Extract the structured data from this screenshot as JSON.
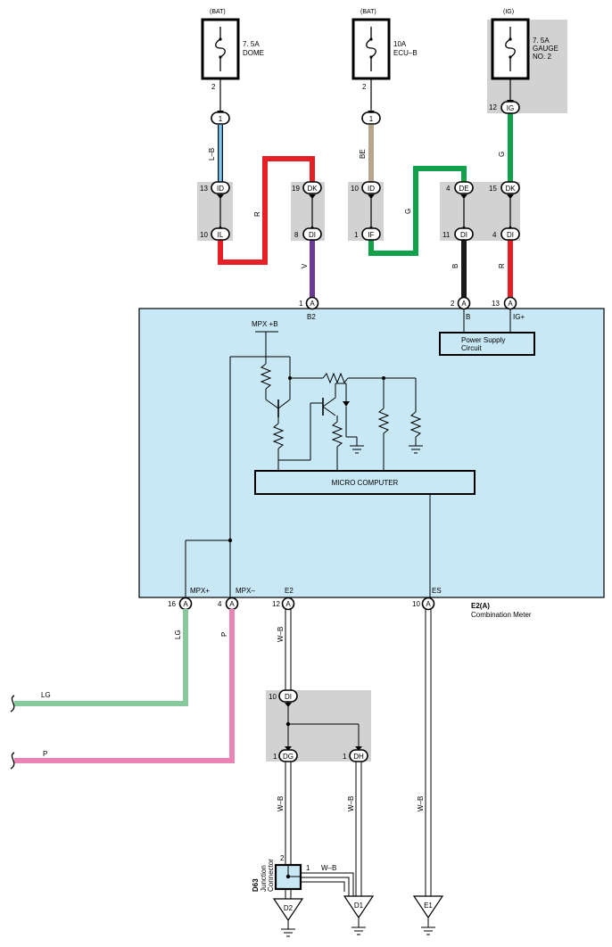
{
  "colors": {
    "meter_fill": "#c8e8f6",
    "connector_gray": "#d2d2d2",
    "wire_L_B": "#3aa3d8",
    "wire_R": "#e61e26",
    "wire_V": "#6b3a97",
    "wire_BE": "#b7a58c",
    "wire_G": "#10a24a",
    "wire_B": "#1a1a1a",
    "wire_LG": "#86c99c",
    "wire_P": "#ea84b4"
  },
  "fuses": {
    "dome": {
      "source": "(BAT)",
      "rating": "7. 5A",
      "name": "DOME",
      "pin": "2"
    },
    "ecu_b": {
      "source": "(BAT)",
      "rating": "10A",
      "name": "ECU–B",
      "pin": "2"
    },
    "gauge": {
      "source": "(IG)",
      "rating": "7. 5A",
      "name1": "GAUGE",
      "name2": "NO. 2",
      "pin": "12"
    }
  },
  "terminals": {
    "t1a": "1",
    "t1b": "1",
    "tIG": "IG",
    "tID1": "ID",
    "tDK1": "DK",
    "tID2": "ID",
    "tDE": "DE",
    "tDK2": "DK",
    "tIL": "IL",
    "tDI1": "DI",
    "tIF": "IF",
    "tDI2": "DI",
    "tDI3": "DI",
    "tA1": "A",
    "tA2": "A",
    "tA3": "A",
    "tA16": "A",
    "tA4": "A",
    "tA12": "A",
    "tA10": "A",
    "tDI4": "DI",
    "tDG": "DG",
    "tDH": "DH"
  },
  "pins": {
    "p13": "13",
    "p19": "19",
    "p10a": "10",
    "p4a": "4",
    "p15": "15",
    "p10b": "10",
    "p8": "8",
    "p1a": "1",
    "p11": "11",
    "p4b": "4",
    "p1b": "1",
    "p2": "2",
    "p13b": "13",
    "p16": "16",
    "p4c": "4",
    "p12": "12",
    "p10c": "10",
    "p10d": "10",
    "p1c": "1",
    "p1d": "1",
    "p2d": "2",
    "p1e": "1"
  },
  "wires": {
    "lb": "L–B",
    "r1": "R",
    "v": "V",
    "be": "BE",
    "g1": "G",
    "g2": "G",
    "b": "B",
    "r2": "R",
    "lg_drop": "LG",
    "p_drop": "P",
    "wb1": "W–B",
    "wb2": "W–B",
    "wb3": "W–B",
    "wb4": "W–B",
    "wb5": "W–B",
    "lg_end": "LG",
    "p_end": "P"
  },
  "meter": {
    "b2": "B2",
    "b": "B",
    "ig": "IG+",
    "psc1": "Power Supply",
    "psc2": "Circuit",
    "mpxb": "MPX +B",
    "micro": "MICRO COMPUTER",
    "mpxp": "MPX+",
    "mpxm": "MPX–",
    "e2": "E2",
    "es": "ES",
    "id": "E2(A)",
    "name": "Combination Meter"
  },
  "junction": {
    "id": "D63",
    "line1": "Junction",
    "line2": "Connector"
  },
  "grounds": {
    "d2": "D2",
    "d1": "D1",
    "e1": "E1"
  }
}
